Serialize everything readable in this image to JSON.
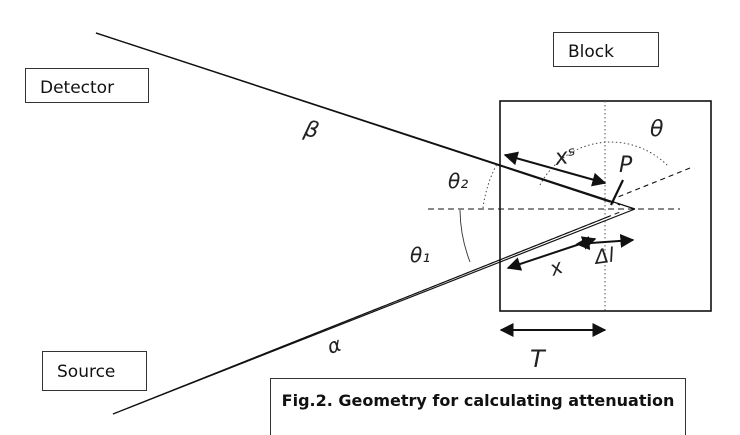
{
  "labels": {
    "detector": "Detector",
    "block": "Block",
    "source": "Source"
  },
  "caption": "Fig.2. Geometry for calculating attenuation",
  "symbols": {
    "beta": "β",
    "alpha": "α",
    "theta": "θ",
    "theta1": "θ₁",
    "theta2": "θ₂",
    "xs": "xˢ",
    "p": "P",
    "x": "x",
    "delta_l": "Δl",
    "t": "T"
  }
}
